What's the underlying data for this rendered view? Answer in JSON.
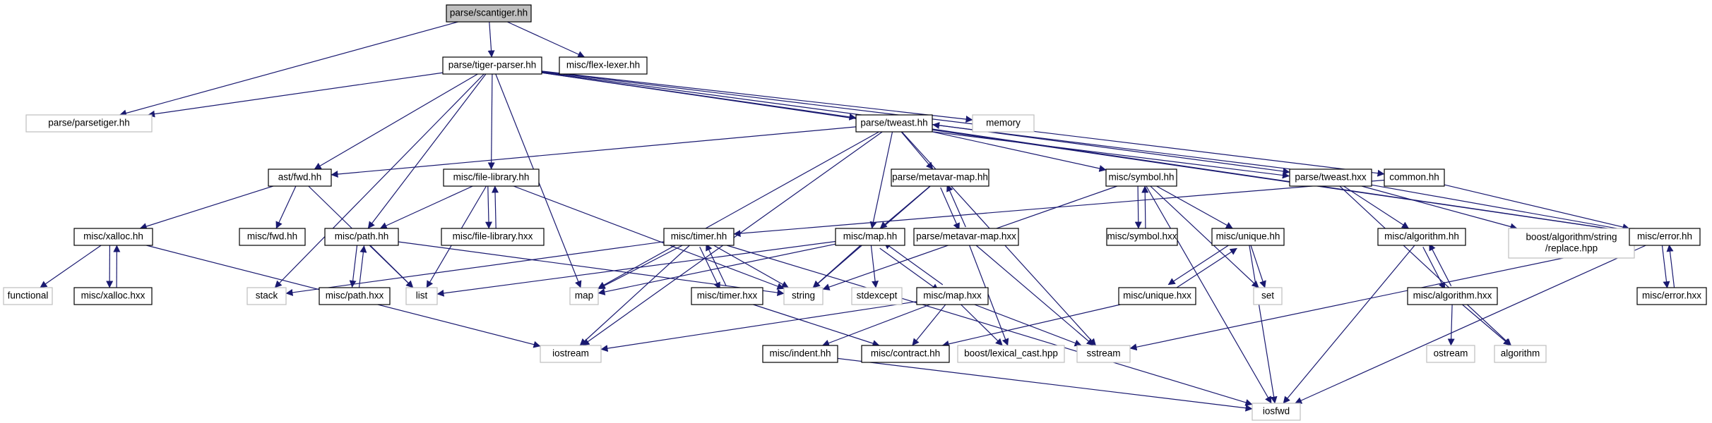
{
  "colors": {
    "edge": "#191970",
    "arrow": "#191970",
    "node_border": "#000000",
    "system_border": "#bfbfbf",
    "root_fill": "#bfbfbf",
    "text": "#000000",
    "system_text": "#000000"
  },
  "nodes": [
    {
      "id": "scantiger_hh",
      "label": "parse/scantiger.hh",
      "kind": "root"
    },
    {
      "id": "tiger_parser_hh",
      "label": "parse/tiger-parser.hh",
      "kind": "local"
    },
    {
      "id": "flex_lexer_hh",
      "label": "misc/flex-lexer.hh",
      "kind": "local"
    },
    {
      "id": "parsetiger_hh",
      "label": "parse/parsetiger.hh",
      "kind": "system"
    },
    {
      "id": "memory",
      "label": "memory",
      "kind": "system"
    },
    {
      "id": "tweast_hh",
      "label": "parse/tweast.hh",
      "kind": "local"
    },
    {
      "id": "ast_fwd_hh",
      "label": "ast/fwd.hh",
      "kind": "local"
    },
    {
      "id": "file_library_hh",
      "label": "misc/file-library.hh",
      "kind": "local"
    },
    {
      "id": "metavar_map_hh",
      "label": "parse/metavar-map.hh",
      "kind": "local"
    },
    {
      "id": "symbol_hh",
      "label": "misc/symbol.hh",
      "kind": "local"
    },
    {
      "id": "tweast_hxx",
      "label": "parse/tweast.hxx",
      "kind": "local"
    },
    {
      "id": "common_hh",
      "label": "common.hh",
      "kind": "local"
    },
    {
      "id": "xalloc_hh",
      "label": "misc/xalloc.hh",
      "kind": "local"
    },
    {
      "id": "misc_fwd_hh",
      "label": "misc/fwd.hh",
      "kind": "local"
    },
    {
      "id": "path_hh",
      "label": "misc/path.hh",
      "kind": "local"
    },
    {
      "id": "file_library_hxx",
      "label": "misc/file-library.hxx",
      "kind": "local"
    },
    {
      "id": "timer_hh",
      "label": "misc/timer.hh",
      "kind": "local"
    },
    {
      "id": "map_hh",
      "label": "misc/map.hh",
      "kind": "local"
    },
    {
      "id": "metavar_map_hxx",
      "label": "parse/metavar-map.hxx",
      "kind": "local"
    },
    {
      "id": "symbol_hxx",
      "label": "misc/symbol.hxx",
      "kind": "local"
    },
    {
      "id": "unique_hh",
      "label": "misc/unique.hh",
      "kind": "local"
    },
    {
      "id": "algorithm_hh",
      "label": "misc/algorithm.hh",
      "kind": "local"
    },
    {
      "id": "boost_replace",
      "label": "boost/algorithm/string\n/replace.hpp",
      "kind": "system"
    },
    {
      "id": "error_hh",
      "label": "misc/error.hh",
      "kind": "local"
    },
    {
      "id": "functional",
      "label": "functional",
      "kind": "system"
    },
    {
      "id": "xalloc_hxx",
      "label": "misc/xalloc.hxx",
      "kind": "local"
    },
    {
      "id": "stack",
      "label": "stack",
      "kind": "system"
    },
    {
      "id": "path_hxx",
      "label": "misc/path.hxx",
      "kind": "local"
    },
    {
      "id": "list",
      "label": "list",
      "kind": "system"
    },
    {
      "id": "map",
      "label": "map",
      "kind": "system"
    },
    {
      "id": "timer_hxx",
      "label": "misc/timer.hxx",
      "kind": "local"
    },
    {
      "id": "string",
      "label": "string",
      "kind": "system"
    },
    {
      "id": "stdexcept",
      "label": "stdexcept",
      "kind": "system"
    },
    {
      "id": "map_hxx",
      "label": "misc/map.hxx",
      "kind": "local"
    },
    {
      "id": "unique_hxx",
      "label": "misc/unique.hxx",
      "kind": "local"
    },
    {
      "id": "set",
      "label": "set",
      "kind": "system"
    },
    {
      "id": "algorithm_hxx",
      "label": "misc/algorithm.hxx",
      "kind": "local"
    },
    {
      "id": "error_hxx",
      "label": "misc/error.hxx",
      "kind": "local"
    },
    {
      "id": "iostream",
      "label": "iostream",
      "kind": "system"
    },
    {
      "id": "indent_hh",
      "label": "misc/indent.hh",
      "kind": "local"
    },
    {
      "id": "contract_hh",
      "label": "misc/contract.hh",
      "kind": "local"
    },
    {
      "id": "boost_lexical_cast",
      "label": "boost/lexical_cast.hpp",
      "kind": "system"
    },
    {
      "id": "sstream",
      "label": "sstream",
      "kind": "system"
    },
    {
      "id": "ostream",
      "label": "ostream",
      "kind": "system"
    },
    {
      "id": "algorithm",
      "label": "algorithm",
      "kind": "system"
    },
    {
      "id": "iosfwd",
      "label": "iosfwd",
      "kind": "system"
    }
  ],
  "edges": [
    [
      "scantiger_hh",
      "tiger_parser_hh"
    ],
    [
      "scantiger_hh",
      "flex_lexer_hh"
    ],
    [
      "scantiger_hh",
      "parsetiger_hh"
    ],
    [
      "tiger_parser_hh",
      "parsetiger_hh"
    ],
    [
      "tiger_parser_hh",
      "memory"
    ],
    [
      "tiger_parser_hh",
      "tweast_hh"
    ],
    [
      "tiger_parser_hh",
      "ast_fwd_hh"
    ],
    [
      "tiger_parser_hh",
      "file_library_hh"
    ],
    [
      "tiger_parser_hh",
      "path_hh"
    ],
    [
      "tiger_parser_hh",
      "stack"
    ],
    [
      "tiger_parser_hh",
      "map"
    ],
    [
      "tiger_parser_hh",
      "common_hh"
    ],
    [
      "tiger_parser_hh",
      "error_hh"
    ],
    [
      "tiger_parser_hh",
      "tweast_hxx"
    ],
    [
      "tweast_hh",
      "ast_fwd_hh"
    ],
    [
      "tweast_hh",
      "metavar_map_hh"
    ],
    [
      "tweast_hh",
      "symbol_hh"
    ],
    [
      "tweast_hh",
      "tweast_hxx"
    ],
    [
      "tweast_hh",
      "map_hh"
    ],
    [
      "tweast_hh",
      "map"
    ],
    [
      "tweast_hh",
      "iostream"
    ],
    [
      "tweast_hh",
      "sstream"
    ],
    [
      "tweast_hh",
      "error_hh"
    ],
    [
      "tweast_hxx",
      "tweast_hh"
    ],
    [
      "tweast_hxx",
      "algorithm_hh"
    ],
    [
      "tweast_hxx",
      "boost_replace"
    ],
    [
      "tweast_hxx",
      "error_hh"
    ],
    [
      "tweast_hxx",
      "algorithm"
    ],
    [
      "common_hh",
      "timer_hh"
    ],
    [
      "common_hh",
      "error_hh"
    ],
    [
      "ast_fwd_hh",
      "xalloc_hh"
    ],
    [
      "ast_fwd_hh",
      "misc_fwd_hh"
    ],
    [
      "ast_fwd_hh",
      "list"
    ],
    [
      "xalloc_hh",
      "functional"
    ],
    [
      "xalloc_hh",
      "xalloc_hxx"
    ],
    [
      "xalloc_hh",
      "iostream"
    ],
    [
      "xalloc_hxx",
      "xalloc_hh"
    ],
    [
      "file_library_hh",
      "path_hh"
    ],
    [
      "file_library_hh",
      "file_library_hxx"
    ],
    [
      "file_library_hh",
      "list"
    ],
    [
      "file_library_hh",
      "string"
    ],
    [
      "file_library_hxx",
      "file_library_hh"
    ],
    [
      "path_hh",
      "path_hxx"
    ],
    [
      "path_hh",
      "list"
    ],
    [
      "path_hh",
      "string"
    ],
    [
      "path_hxx",
      "path_hh"
    ],
    [
      "metavar_map_hh",
      "map_hh"
    ],
    [
      "metavar_map_hh",
      "metavar_map_hxx"
    ],
    [
      "metavar_map_hh",
      "string"
    ],
    [
      "metavar_map_hxx",
      "metavar_map_hh"
    ],
    [
      "metavar_map_hxx",
      "boost_lexical_cast"
    ],
    [
      "metavar_map_hxx",
      "sstream"
    ],
    [
      "symbol_hh",
      "symbol_hxx"
    ],
    [
      "symbol_hh",
      "unique_hh"
    ],
    [
      "symbol_hh",
      "set"
    ],
    [
      "symbol_hh",
      "iosfwd"
    ],
    [
      "symbol_hh",
      "string"
    ],
    [
      "symbol_hxx",
      "symbol_hh"
    ],
    [
      "unique_hh",
      "unique_hxx"
    ],
    [
      "unique_hh",
      "set"
    ],
    [
      "unique_hh",
      "iosfwd"
    ],
    [
      "unique_hxx",
      "unique_hh"
    ],
    [
      "unique_hxx",
      "contract_hh"
    ],
    [
      "timer_hh",
      "timer_hxx"
    ],
    [
      "timer_hh",
      "stack"
    ],
    [
      "timer_hh",
      "map"
    ],
    [
      "timer_hh",
      "string"
    ],
    [
      "timer_hh",
      "iostream"
    ],
    [
      "timer_hh",
      "iosfwd"
    ],
    [
      "timer_hxx",
      "timer_hh"
    ],
    [
      "timer_hxx",
      "contract_hh"
    ],
    [
      "map_hh",
      "map_hxx"
    ],
    [
      "map_hh",
      "map"
    ],
    [
      "map_hh",
      "list"
    ],
    [
      "map_hh",
      "stdexcept"
    ],
    [
      "map_hh",
      "string"
    ],
    [
      "map_hxx",
      "map_hh"
    ],
    [
      "map_hxx",
      "iostream"
    ],
    [
      "map_hxx",
      "indent_hh"
    ],
    [
      "map_hxx",
      "contract_hh"
    ],
    [
      "map_hxx",
      "boost_lexical_cast"
    ],
    [
      "map_hxx",
      "sstream"
    ],
    [
      "indent_hh",
      "iosfwd"
    ],
    [
      "algorithm_hh",
      "algorithm_hxx"
    ],
    [
      "algorithm_hh",
      "iosfwd"
    ],
    [
      "algorithm_hxx",
      "algorithm_hh"
    ],
    [
      "algorithm_hxx",
      "ostream"
    ],
    [
      "algorithm_hxx",
      "algorithm"
    ],
    [
      "error_hh",
      "error_hxx"
    ],
    [
      "error_hh",
      "sstream"
    ],
    [
      "error_hh",
      "iosfwd"
    ],
    [
      "error_hxx",
      "error_hh"
    ]
  ]
}
